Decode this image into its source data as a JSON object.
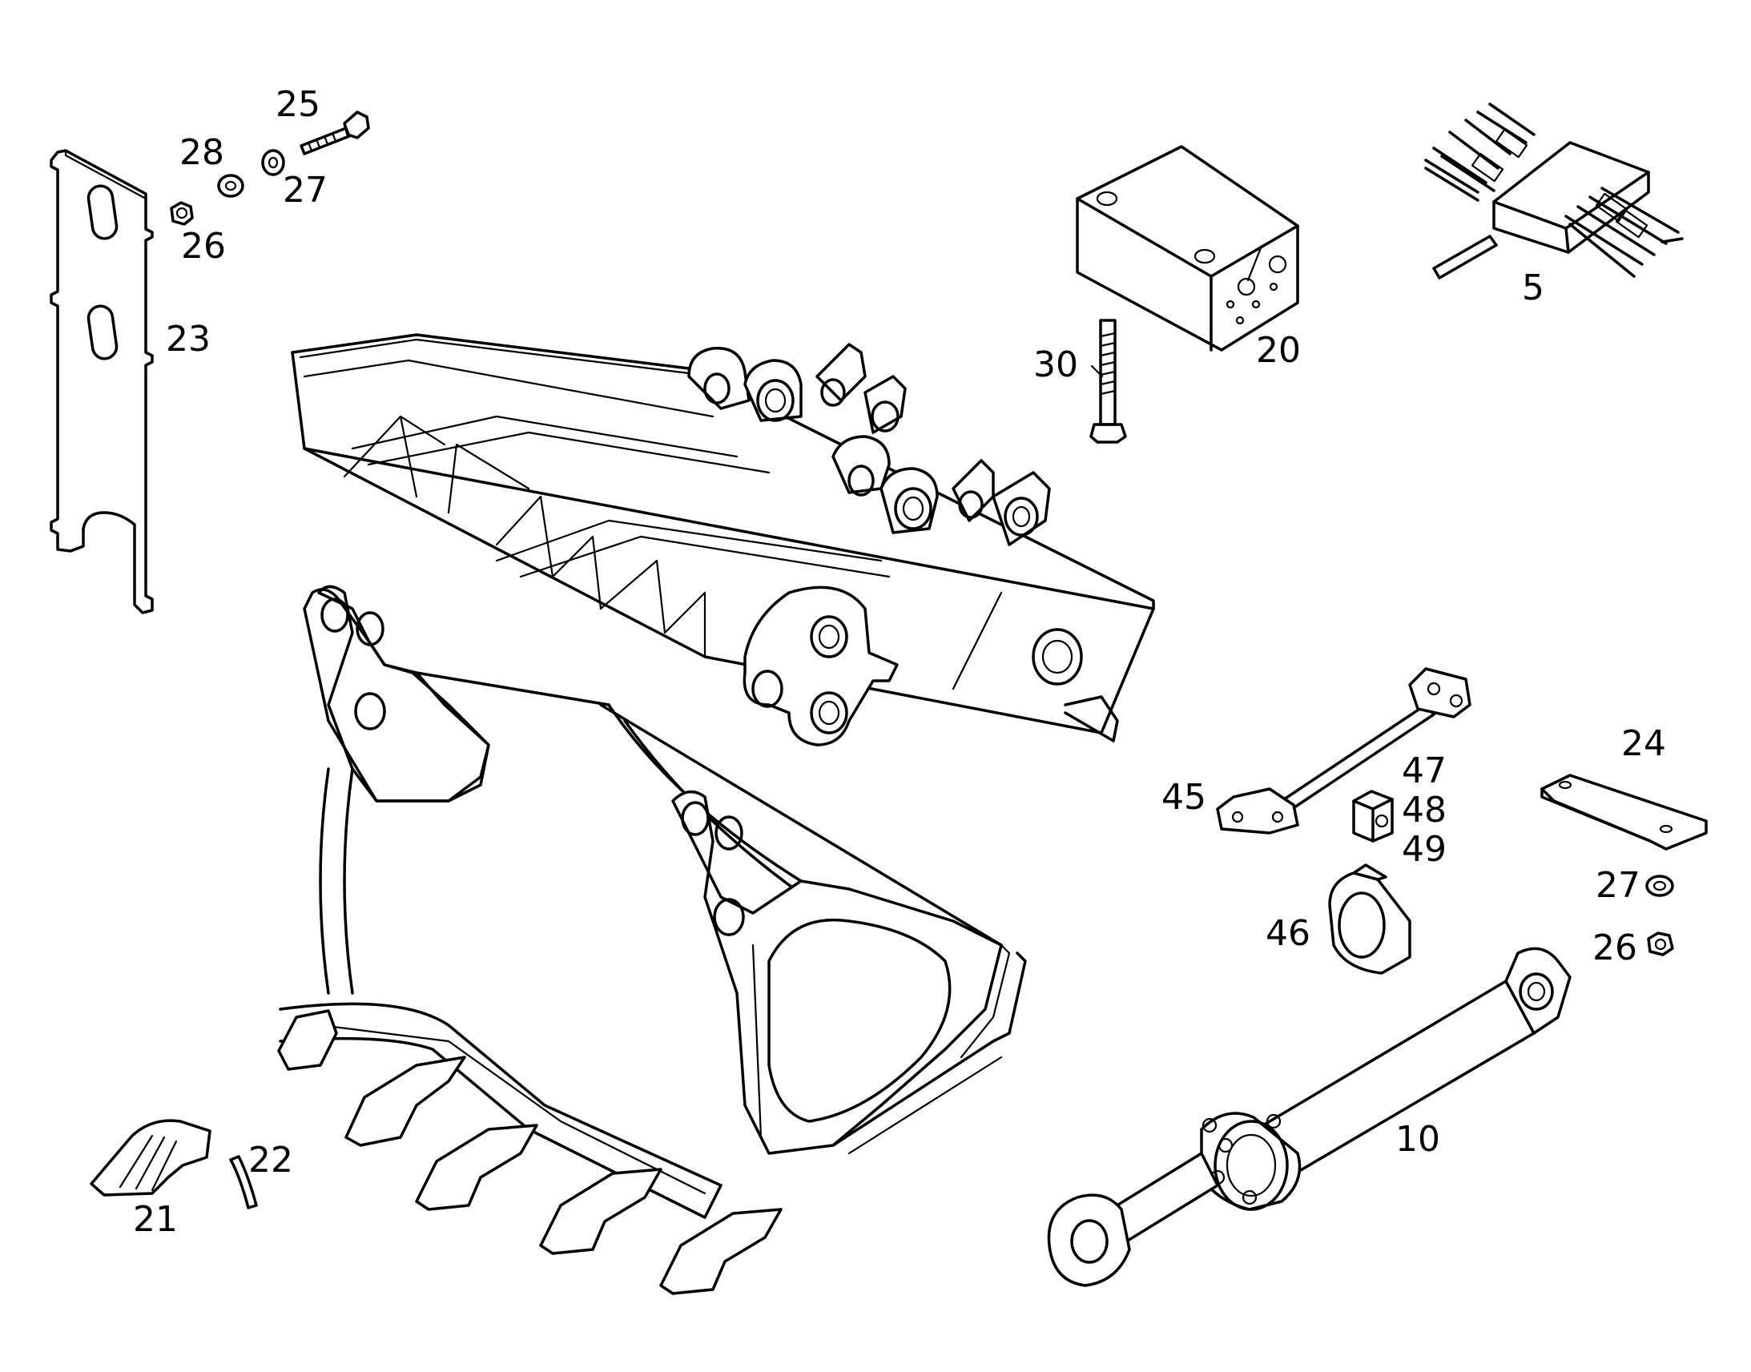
{
  "callouts": [
    {
      "id": "5",
      "text": "5"
    },
    {
      "id": "10",
      "text": "10"
    },
    {
      "id": "20",
      "text": "20"
    },
    {
      "id": "21",
      "text": "21"
    },
    {
      "id": "22",
      "text": "22"
    },
    {
      "id": "23",
      "text": "23"
    },
    {
      "id": "24",
      "text": "24"
    },
    {
      "id": "25",
      "text": "25"
    },
    {
      "id": "26a",
      "text": "26"
    },
    {
      "id": "26b",
      "text": "26"
    },
    {
      "id": "27a",
      "text": "27"
    },
    {
      "id": "27b",
      "text": "27"
    },
    {
      "id": "28",
      "text": "28"
    },
    {
      "id": "30",
      "text": "30"
    },
    {
      "id": "45",
      "text": "45"
    },
    {
      "id": "46",
      "text": "46"
    },
    {
      "id": "47",
      "text": "47"
    },
    {
      "id": "48",
      "text": "48"
    },
    {
      "id": "49",
      "text": "49"
    }
  ]
}
